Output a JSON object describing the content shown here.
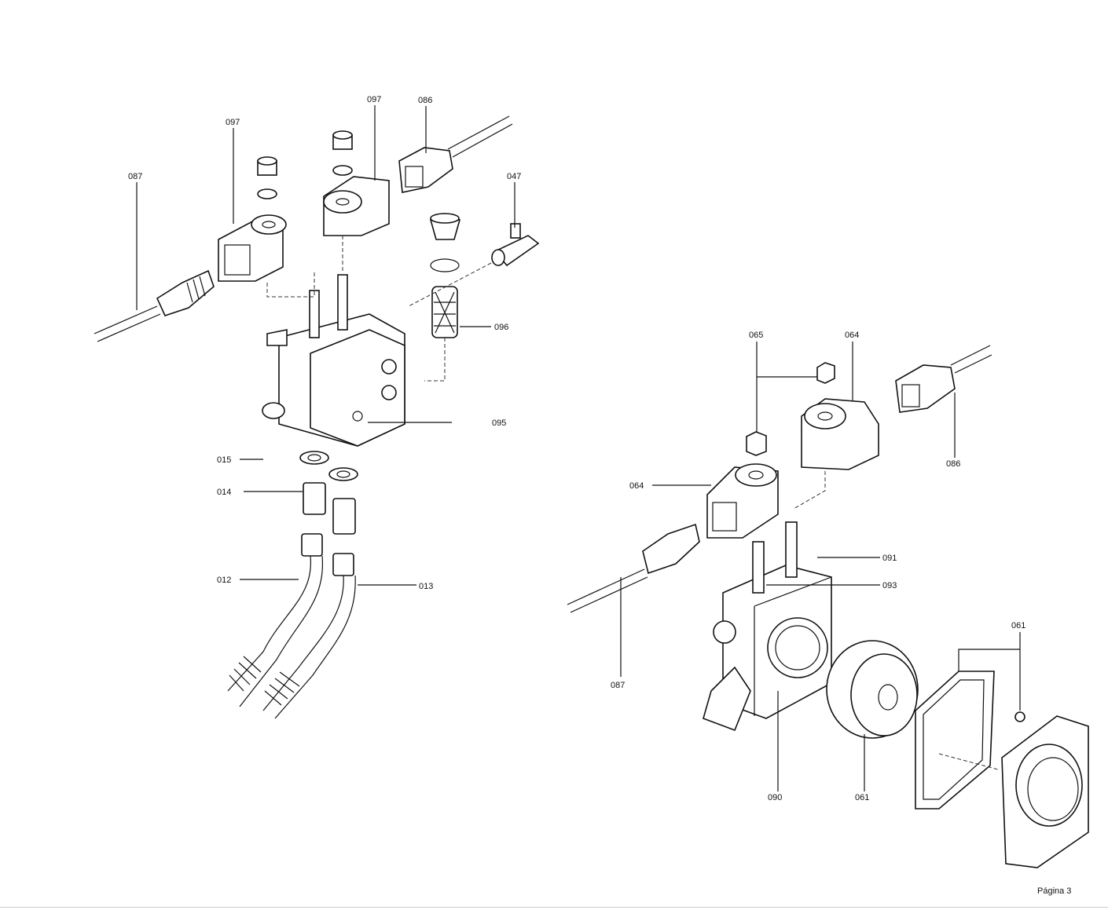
{
  "page_label": "Página 3",
  "left_assembly": {
    "labels": [
      "087",
      "097",
      "097",
      "086",
      "047",
      "096",
      "095",
      "015",
      "014",
      "012",
      "013"
    ]
  },
  "right_assembly": {
    "labels": [
      "065",
      "064",
      "086",
      "064",
      "091",
      "093",
      "087",
      "090",
      "061",
      "061"
    ]
  }
}
